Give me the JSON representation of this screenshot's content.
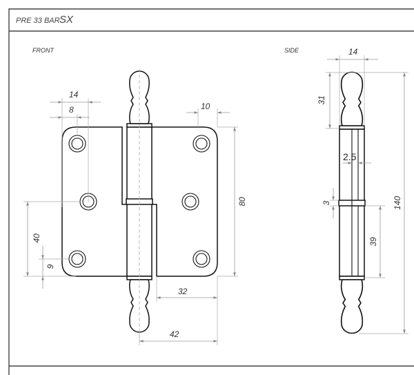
{
  "title": {
    "model": "PRE 33 BAR",
    "variant": "SX"
  },
  "views": {
    "front": "FRONT",
    "side": "SIDE"
  },
  "front_dims": {
    "hole_offset_14": "14",
    "hole_offset_8": "8",
    "corner_10": "10",
    "height_80": "80",
    "leaf_32": "32",
    "leaf_42": "42",
    "hole_spacing_40": "40",
    "hole_edge_9": "9"
  },
  "side_dims": {
    "width_14": "14",
    "finial_31": "31",
    "thickness_2_5": "2.5",
    "ring_3": "3",
    "knuckle_39": "39",
    "total_140": "140"
  }
}
